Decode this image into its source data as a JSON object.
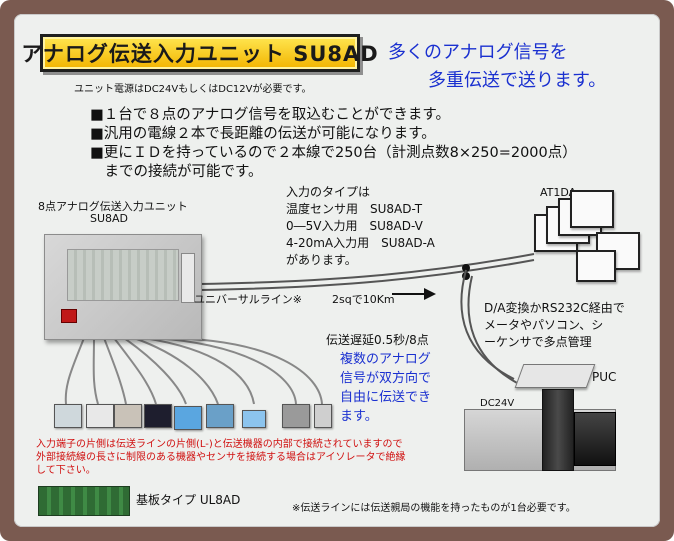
{
  "title": "アナログ伝送入力ユニット SU8AD",
  "power_note": "ユニット電源はDC24VもしくはDC12Vが必要です。",
  "headline": {
    "line1": "多くのアナログ信号を",
    "line2": "多重伝送で送ります。"
  },
  "bullets": [
    "■１台で８点のアナログ信号を取込むことができます。",
    "■汎用の電線２本で長距離の伝送が可能になります。",
    "■更にＩＤを持っているので２本線で250台（計測点数8×250=2000点）",
    "　までの接続が可能です。"
  ],
  "unit_label": {
    "line1": "8点アナログ伝送入力ユニット",
    "line2": "SU8AD"
  },
  "input_types": [
    "入力のタイプは",
    "温度センサ用　SU8AD-T",
    "0―5V入力用　SU8AD-V",
    "4-20mA入力用　SU8AD-A",
    "があります。"
  ],
  "line_label": "ユニバーサルライン※",
  "distance": "2sqで10Km",
  "at1da": "AT1DA",
  "da_desc": [
    "D/A変換かRS232C経由で",
    "メータやパソコン、シ",
    "ーケンサで多点管理"
  ],
  "delay": "伝送遅延0.5秒/8点",
  "bidir": [
    "複数のアナログ",
    "信号が双方向で",
    "自由に伝送でき",
    "ます。"
  ],
  "puc": "PUC",
  "dc24v": "DC24V",
  "red_note": [
    "入力端子の片側は伝送ラインの片側(L-)と伝送機器の内部で接続されていますので",
    "外部接続線の長さに制限のある機器やセンサを接続する場合はアイソレータで絶縁",
    "して下さい。"
  ],
  "board_label": "基板タイプ UL8AD",
  "footnote": "※伝送ラインには伝送親局の機能を持ったものが1台必要です。",
  "colors": {
    "frame": "#7a5a50",
    "panel": "#eef0ee",
    "title_fill": "#f5c400",
    "accent_blue": "#1a30d0",
    "warning_red": "#d01010"
  }
}
